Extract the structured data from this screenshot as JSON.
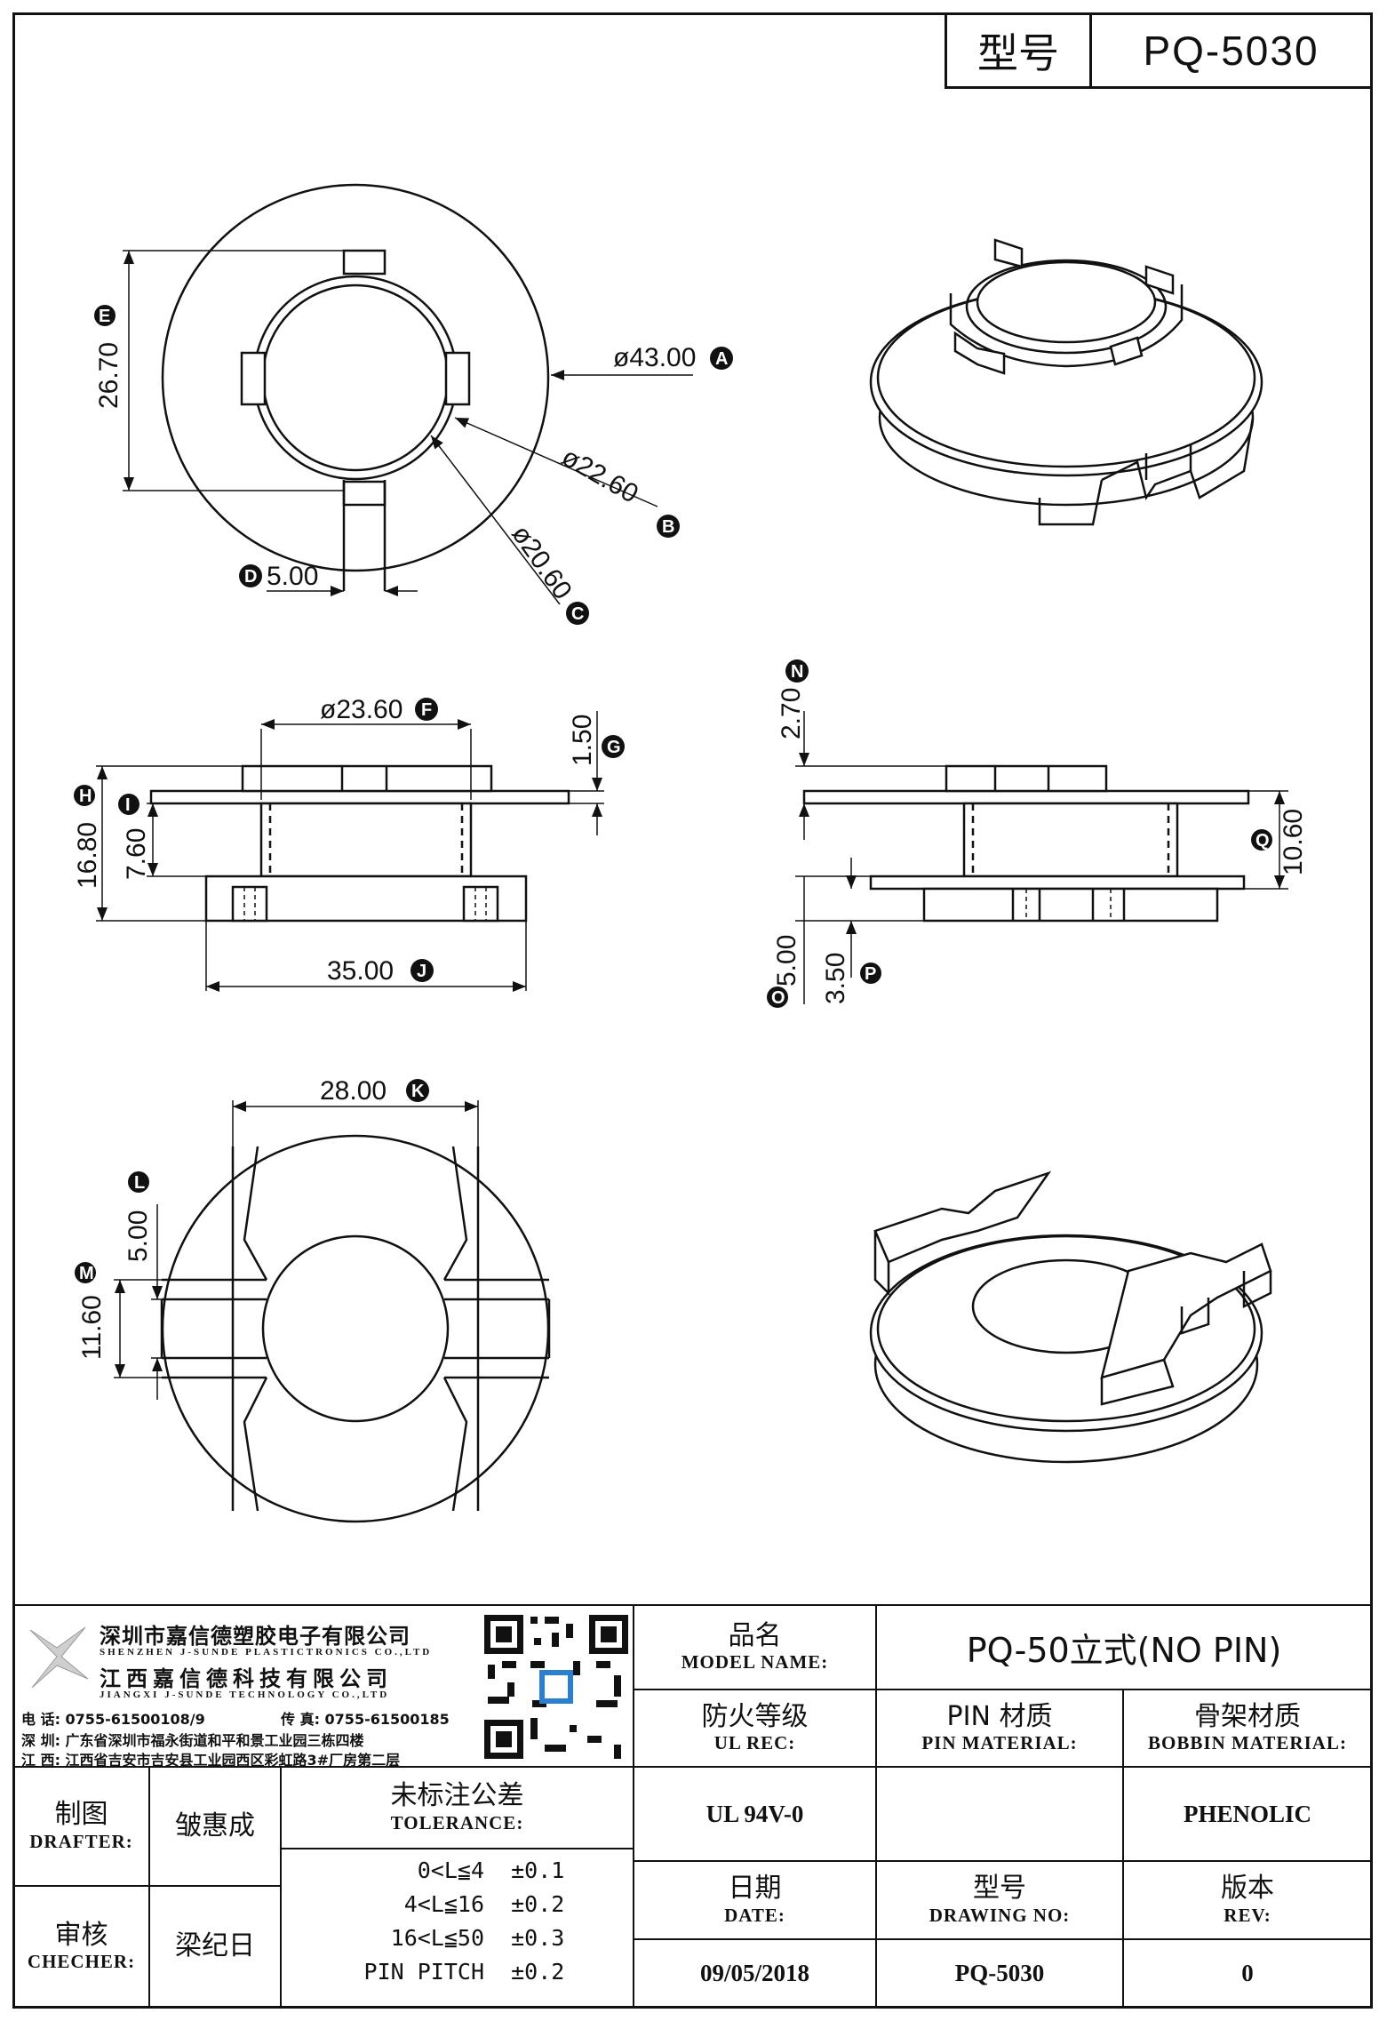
{
  "header": {
    "model_label": "型号",
    "model_value": "PQ-5030"
  },
  "top_view": {
    "dims": {
      "d43": "ø43.00",
      "d22_6": "ø22.60",
      "d20_6": "ø20.60",
      "h26_7": "26.70",
      "w5": "5.00"
    },
    "marks": {
      "A": "A",
      "B": "B",
      "C": "C",
      "D": "D",
      "E": "E"
    }
  },
  "front_view": {
    "dims": {
      "d23_6": "ø23.60",
      "t1_5": "1.50",
      "h16_8": "16.80",
      "h7_6": "7.60",
      "w35": "35.00"
    },
    "marks": {
      "F": "F",
      "G": "G",
      "H": "H",
      "I": "I",
      "J": "J"
    }
  },
  "side_view": {
    "dims": {
      "t2_7": "2.70",
      "h10_6": "10.60",
      "h5": "5.00",
      "h3_5": "3.50"
    },
    "marks": {
      "N": "N",
      "Q": "Q",
      "O": "O",
      "P": "P"
    }
  },
  "bottom_view": {
    "dims": {
      "w28": "28.00",
      "w5": "5.00",
      "h11_6": "11.60"
    },
    "marks": {
      "K": "K",
      "L": "L",
      "M": "M"
    }
  },
  "company": {
    "name_cn_1": "深圳市嘉信德塑胶电子有限公司",
    "name_en_1": "SHENZHEN J-SUNDE PLASTICTRONICS CO.,LTD",
    "name_cn_2": "江西嘉信德科技有限公司",
    "name_en_2": "JIANGXI J-SUNDE TECHNOLOGY CO.,LTD",
    "phone": "电 话: 0755-61500108/9",
    "fax": "传 真: 0755-61500185",
    "addr_sz": "深 圳: 广东省深圳市福永街道和平和景工业园三栋四楼",
    "addr_jx": "江 西: 江西省吉安市吉安县工业园西区彩虹路3#厂房第二层"
  },
  "title_block": {
    "model_name_cn": "品名",
    "model_name_en": "MODEL NAME:",
    "model_name_value": "PQ-50立式(NO PIN)",
    "ul_cn": "防火等级",
    "ul_en": "UL REC:",
    "ul_value": "UL 94V-0",
    "pin_cn": "PIN 材质",
    "pin_en": "PIN MATERIAL:",
    "pin_value": "",
    "bobbin_cn": "骨架材质",
    "bobbin_en": "BOBBIN MATERIAL:",
    "bobbin_value": "PHENOLIC",
    "drafter_cn": "制图",
    "drafter_en": "DRAFTER:",
    "drafter_value": "皱惠成",
    "checker_cn": "审核",
    "checker_en": "CHECHER:",
    "checker_value": "梁纪日",
    "tol_cn": "未标注公差",
    "tol_en": "TOLERANCE:",
    "tol_rows": [
      {
        "range": "0<L≦4",
        "val": "±0.1"
      },
      {
        "range": "4<L≦16",
        "val": "±0.2"
      },
      {
        "range": "16<L≦50",
        "val": "±0.3"
      },
      {
        "range": "PIN PITCH",
        "val": "±0.2"
      }
    ],
    "date_cn": "日期",
    "date_en": "DATE:",
    "date_value": "09/05/2018",
    "drawing_cn": "型号",
    "drawing_en": "DRAWING NO:",
    "drawing_value": "PQ-5030",
    "rev_cn": "版本",
    "rev_en": "REV:",
    "rev_value": "0"
  }
}
